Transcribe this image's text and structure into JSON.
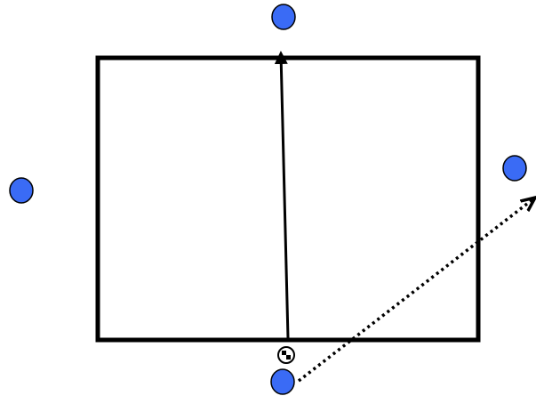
{
  "diagram": {
    "area_outline": {
      "color": "#000000"
    },
    "players": [
      {
        "id": "top",
        "color": "#3a6bf5"
      },
      {
        "id": "left",
        "color": "#3a6bf5"
      },
      {
        "id": "right",
        "color": "#3a6bf5"
      },
      {
        "id": "bottom",
        "color": "#3a6bf5"
      }
    ],
    "ball": {
      "icon": "soccer-ball-icon"
    },
    "pass_arrow": {
      "style": "solid",
      "color": "#000000"
    },
    "run_arrow": {
      "style": "dotted",
      "color": "#000000"
    }
  }
}
